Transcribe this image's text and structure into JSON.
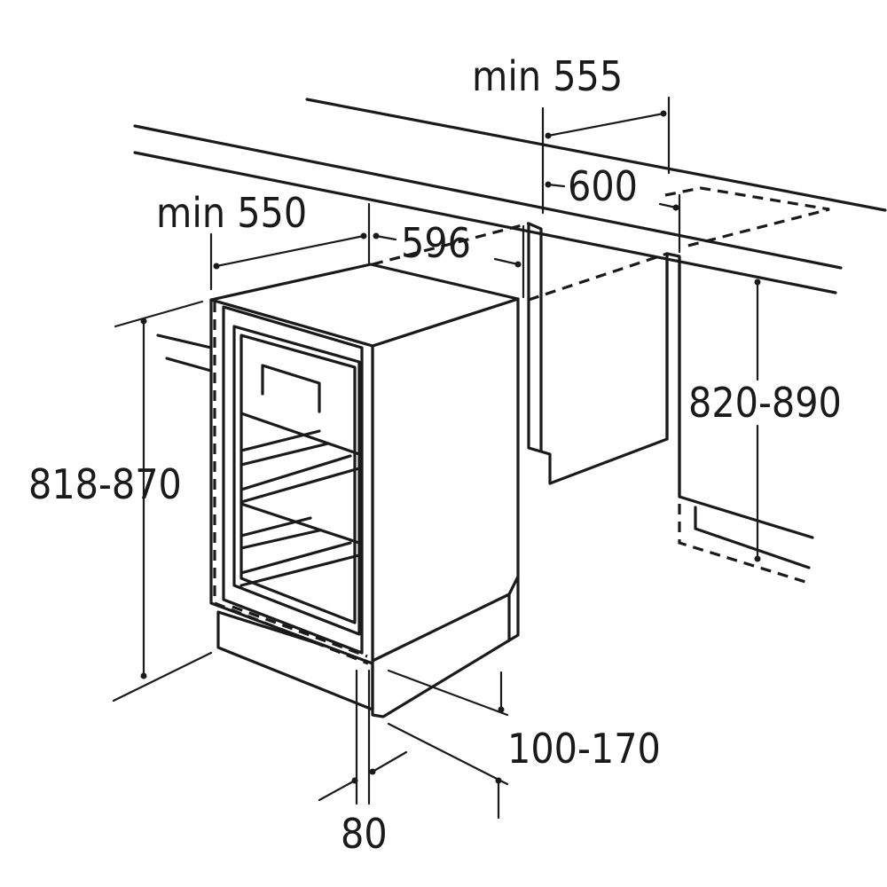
{
  "diagram": {
    "dimensions": {
      "niche_depth_top": "min 555",
      "worktop_depth": "600",
      "niche_depth_left": "min 550",
      "appliance_depth": "596",
      "niche_height": "820-890",
      "appliance_height": "818-870",
      "plinth_height": "100-170",
      "plinth_recess": "80"
    }
  }
}
